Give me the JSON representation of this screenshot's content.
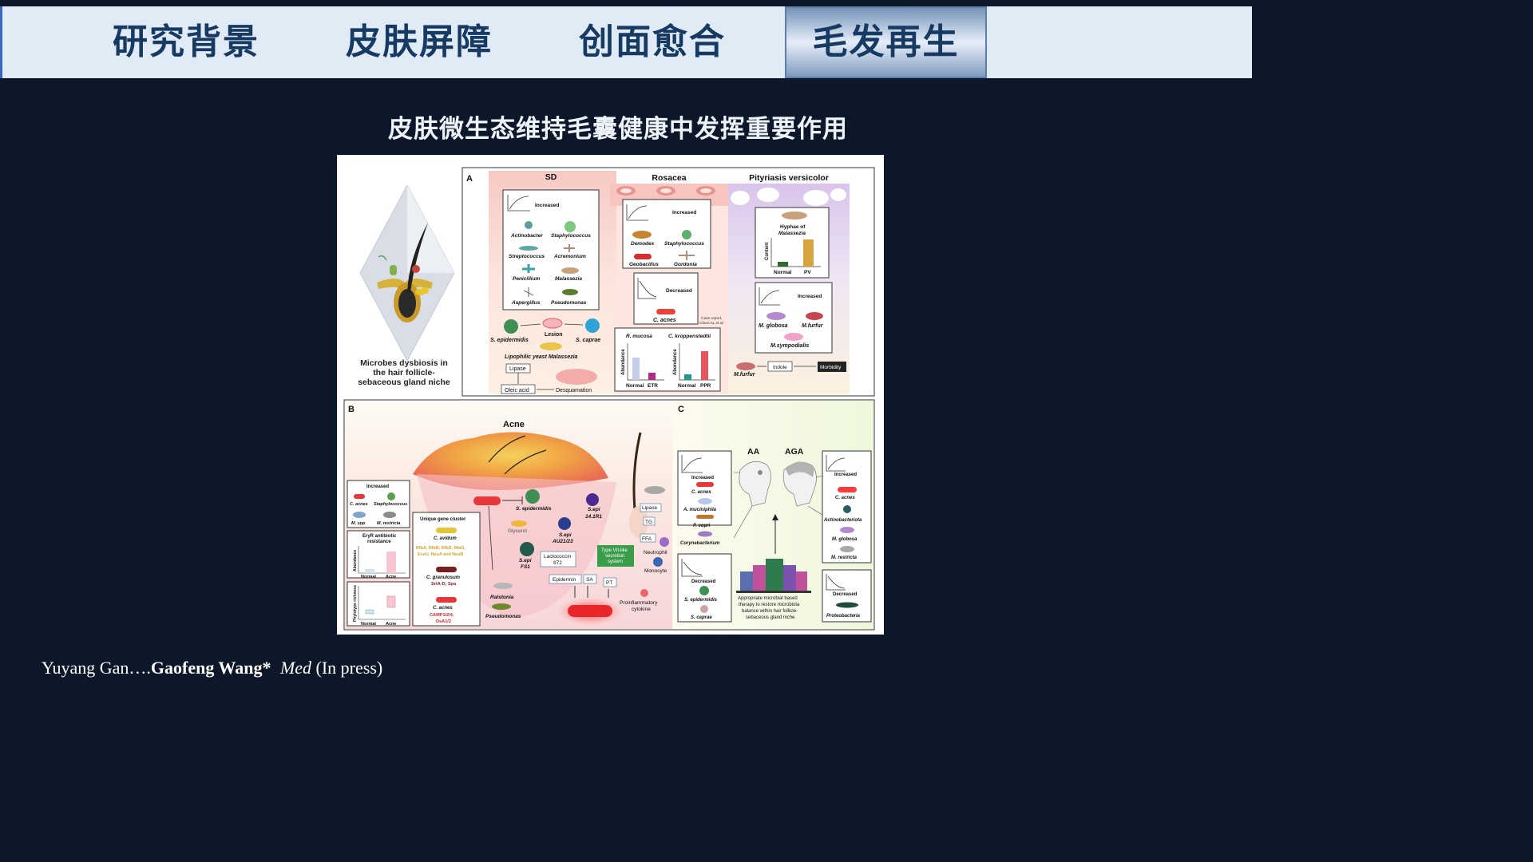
{
  "nav": {
    "tabs": [
      {
        "label": "研究背景",
        "active": false
      },
      {
        "label": "皮肤屏障",
        "active": false
      },
      {
        "label": "创面愈合",
        "active": false
      },
      {
        "label": "毛发再生",
        "active": true
      }
    ]
  },
  "slide": {
    "title": "皮肤微生态维持毛囊健康中发挥重要作用"
  },
  "figure": {
    "left_caption": [
      "Microbes dysbiosis in",
      "the hair follicle-",
      "sebaceous gland niche"
    ],
    "panel_a": {
      "letter": "A",
      "sd": {
        "title": "SD",
        "increased_label": "Increased",
        "organisms": [
          "Actinobacter",
          "Staphylococcus",
          "Streptococcus",
          "Acremonium",
          "Penicillium",
          "Malassezia",
          "Aspergillus",
          "Pseudomonas"
        ],
        "s_epidermidis": "S. epidermidis",
        "lesion": "Lesion",
        "s_caprae": "S. caprae",
        "lipophilic": "Lipophilic yeast Malassezia",
        "lipase": "Lipase",
        "oleic_acid": "Oleic acid",
        "desquamation": "Desquamation"
      },
      "rosacea": {
        "title": "Rosacea",
        "increased_label": "Increased",
        "organisms": [
          "Demodex",
          "Staphylococcus",
          "Geobacillus",
          "Gordonia"
        ],
        "decreased_label": "Decreased",
        "c_acnes": "C. acnes",
        "case_report": [
          "Case report,",
          "Chien AL et.al"
        ],
        "chart_titles": [
          "R. mucosa",
          "C. kroppenstedtii"
        ],
        "ylabel": "Abundance",
        "chart1_x": [
          "Normal",
          "ETR"
        ],
        "chart2_x": [
          "Normal",
          "PPR"
        ]
      },
      "pv": {
        "title": "Pityriasis versicolor",
        "hyphae": [
          "Hyphae of",
          "Malassezia"
        ],
        "ylabel": "Content",
        "x": [
          "Normal",
          "PV"
        ],
        "increased_label": "Increased",
        "organisms": [
          "M. globosa",
          "M.furfur",
          "M.sympodialis"
        ],
        "m_furfur": "M.furfur",
        "indole": "Indole",
        "morbidity": "Morbidity"
      }
    },
    "panel_b": {
      "letter": "B",
      "title": "Acne",
      "increased_label": "Increased",
      "organisms": [
        "C. acnes",
        "Staphylococcus",
        "M. spp",
        "M. restricta"
      ],
      "eryr": [
        "EryR antibiotic",
        "resistance"
      ],
      "ylabel1": "Abundance",
      "ylabel2": "Phylotype richness",
      "x": [
        "Normal",
        "Acne"
      ],
      "unique": "Unique gene cluster",
      "c_avidum": "C. avidum",
      "avidum_genes": [
        "RfbA, RfbB, RfbD, RfaG,",
        "ExoU, NeuA and NeuB"
      ],
      "c_granulosum": "C. granulosum",
      "granulosum_genes": "SrtA-D, Spa",
      "c_acnes": "C. acnes",
      "acnes_genes": [
        "CAMP1/2/4,",
        "DsA1/2"
      ],
      "s_epidermidis": "S. epidermidis",
      "glycerol": "Glycerol",
      "s_epi_au": [
        "S.epi",
        "AU21/23"
      ],
      "s_epi_14": [
        "S.epi",
        "14.1R1"
      ],
      "s_epi_fs1": [
        "S.epi",
        "FS1"
      ],
      "lactococcin": [
        "Lactococcin",
        "972"
      ],
      "epidermin": "Epidermin",
      "sa": "SA",
      "pt": "PT",
      "t7ss": [
        "Type VII-like",
        "secretion",
        "system"
      ],
      "ralstonia": "Ralstonia",
      "pseudomonas": "Pseudomonas",
      "lipase": "Lipase",
      "tg": "TG",
      "ffa": "FFA",
      "neutrophil": "Neutrophil",
      "monocyte": "Monocyte",
      "cytokine": [
        "Proinflammatory",
        "cytokine"
      ]
    },
    "panel_c": {
      "letter": "C",
      "aa": "AA",
      "aga": "AGA",
      "left_increased": "Increased",
      "left_inc_orgs": [
        "C. acnes",
        "A. muciniphila",
        "P. copri",
        "Corynebacterium"
      ],
      "left_decreased": "Decreased",
      "left_dec_orgs": [
        "S. epidermidis",
        "S. caprae"
      ],
      "right_increased": "Increased",
      "right_inc_orgs": [
        "C. acnes",
        "Actinobacteriota",
        "M. globosa",
        "M. restricta"
      ],
      "right_decreased": "Decreased",
      "right_dec_orgs": [
        "Proteobacteria"
      ],
      "therapy": [
        "Appropriate microbial based",
        "therapy to restore microbiota",
        "balance within hair follicle-",
        "sebaceous gland niche"
      ]
    }
  },
  "citation": {
    "authors": "Yuyang Gan….",
    "corresponding": "Gaofeng Wang*",
    "journal": "Med",
    "status": "(In press)"
  }
}
